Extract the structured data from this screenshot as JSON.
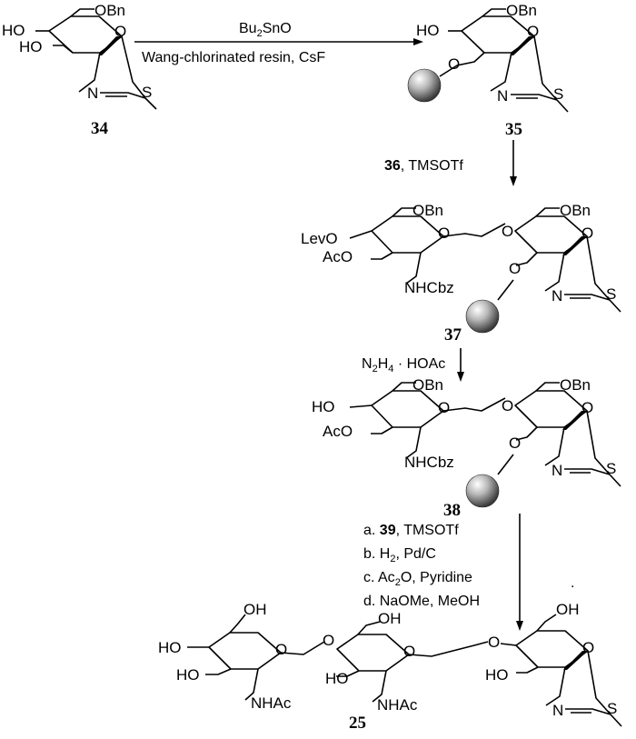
{
  "compounds": {
    "c34": {
      "number": "34",
      "labels": {
        "ho1": "HO",
        "ho2": "HO",
        "obn": "OBn",
        "o": "O",
        "n": "N",
        "s": "S"
      }
    },
    "c35": {
      "number": "35",
      "labels": {
        "ho": "HO",
        "obn": "OBn",
        "o": "O",
        "o3": "O",
        "n": "N",
        "s": "S"
      }
    },
    "c37": {
      "number": "37",
      "labels": {
        "lev": "LevO",
        "aco": "AcO",
        "obn1": "OBn",
        "obn2": "OBn",
        "o_ring1": "O",
        "o_link": "O",
        "o_ring2": "O",
        "o3": "O",
        "nhcbz": "NHCbz",
        "n": "N",
        "s": "S"
      }
    },
    "c38": {
      "number": "38",
      "labels": {
        "ho": "HO",
        "aco": "AcO",
        "obn1": "OBn",
        "obn2": "OBn",
        "o_ring1": "O",
        "o_link": "O",
        "o_ring2": "O",
        "o3": "O",
        "nhcbz": "NHCbz",
        "n": "N",
        "s": "S"
      }
    },
    "c25": {
      "number": "25",
      "labels": {
        "ho1": "HO",
        "ho2": "HO",
        "oh1": "OH",
        "nhac1": "NHAc",
        "o_ring1": "O",
        "o_link1": "O",
        "ho3": "HO",
        "oh2": "OH",
        "nhac2": "NHAc",
        "o_ring2": "O",
        "o_link2": "O",
        "ho4": "HO",
        "oh3": "OH",
        "o_ring3": "O",
        "n": "N",
        "s": "S"
      }
    }
  },
  "steps": {
    "step1": {
      "line1_main": "Bu",
      "line1_sub": "2",
      "line1_rest": "SnO",
      "line2": "Wang-chlorinated resin, CsF"
    },
    "step2": {
      "reagent_num": "36",
      "rest": ", TMSOTf"
    },
    "step3": {
      "a": "N",
      "a_sub": "2",
      "b": "H",
      "b_sub": "4",
      "rest": " · HOAc"
    },
    "step4": {
      "a_prefix": "a. ",
      "a_num": "39",
      "a_rest": ", TMSOTf",
      "b_prefix": "b. H",
      "b_sub": "2",
      "b_rest": ", Pd/C",
      "c_prefix": "c. Ac",
      "c_sub": "2",
      "c_rest": "O, Pyridine",
      "d": "d. NaOMe, MeOH"
    }
  },
  "misc": {
    "dot": "."
  }
}
